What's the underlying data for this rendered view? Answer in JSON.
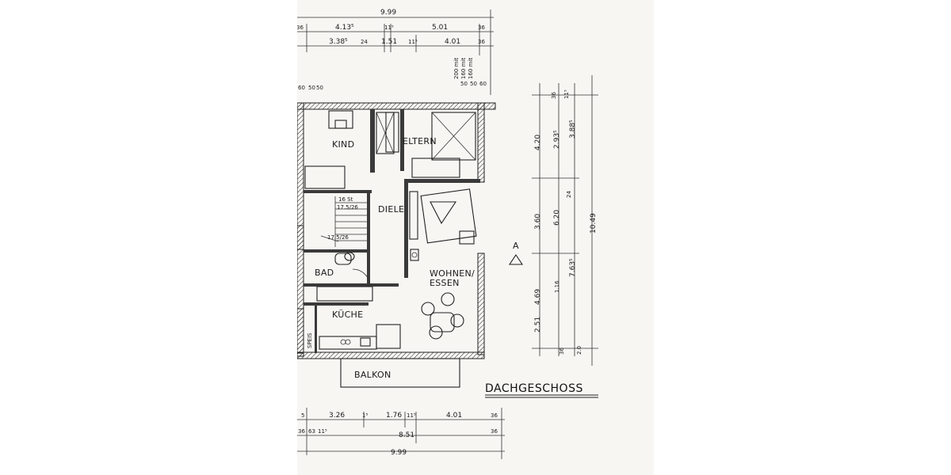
{
  "sheet_title": "DACHGESCHOSS",
  "section_marker": "A",
  "rooms": {
    "kind": "KIND",
    "eltern": "ELTERN",
    "diele": "DIELE",
    "bad": "BAD",
    "wohnen_essen_1": "WOHNEN/",
    "wohnen_essen_2": "ESSEN",
    "kueche": "KÜCHE",
    "speis": "SPEIS",
    "balkon": "BALKON"
  },
  "top_dims": {
    "total": "9.99",
    "row1": [
      "36",
      "4.13⁵",
      "11⁵",
      "5.01",
      "36"
    ],
    "row2": [
      "3.38⁵",
      "24",
      "1.51",
      "11⁵",
      "4.01",
      "36"
    ],
    "row3": [
      "60",
      "50",
      "50"
    ],
    "row3_right": [
      "50",
      "50",
      "60"
    ]
  },
  "right_dims": {
    "col1": [
      "4.20",
      "3.60",
      "4.69"
    ],
    "col2": [
      "36",
      "2.93⁵",
      "11⁵",
      "6.20",
      "7.63⁵",
      "1.16",
      "2.51",
      "36"
    ],
    "col3": [
      "3.88⁵",
      "24",
      "2.0"
    ],
    "total": "10.49"
  },
  "bottom_dims": {
    "row1": [
      "5",
      "3.26",
      "1⁵",
      "1.76",
      "11⁵",
      "4.01",
      "36"
    ],
    "row2": [
      "36",
      "63",
      "11⁵",
      "8.51",
      "36"
    ],
    "total": "9.99"
  },
  "stair": {
    "a": "16 St",
    "b": "17.5/26",
    "c": "17.5/26"
  },
  "window_notes": [
    "200 mit",
    "160 mit",
    "160 mit"
  ]
}
